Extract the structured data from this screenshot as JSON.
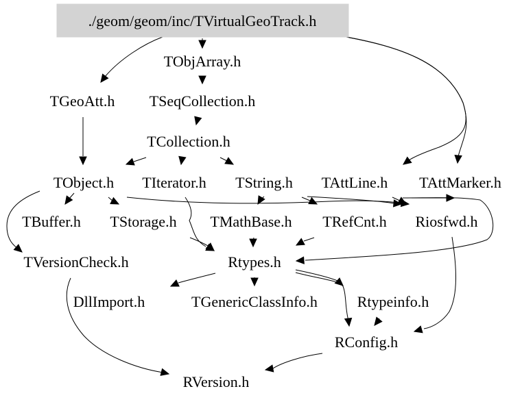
{
  "diagram": {
    "type": "include-dependency-graph",
    "root": "./geom/geom/inc/TVirtualGeoTrack.h",
    "root_fill": "#d3d3d3",
    "nodes": [
      {
        "id": "root",
        "label": "./geom/geom/inc/TVirtualGeoTrack.h"
      },
      {
        "id": "TObjArray",
        "label": "TObjArray.h"
      },
      {
        "id": "TGeoAtt",
        "label": "TGeoAtt.h"
      },
      {
        "id": "TSeqCollection",
        "label": "TSeqCollection.h"
      },
      {
        "id": "TCollection",
        "label": "TCollection.h"
      },
      {
        "id": "TObject",
        "label": "TObject.h"
      },
      {
        "id": "TIterator",
        "label": "TIterator.h"
      },
      {
        "id": "TString",
        "label": "TString.h"
      },
      {
        "id": "TAttLine",
        "label": "TAttLine.h"
      },
      {
        "id": "TAttMarker",
        "label": "TAttMarker.h"
      },
      {
        "id": "TBuffer",
        "label": "TBuffer.h"
      },
      {
        "id": "TStorage",
        "label": "TStorage.h"
      },
      {
        "id": "TMathBase",
        "label": "TMathBase.h"
      },
      {
        "id": "TRefCnt",
        "label": "TRefCnt.h"
      },
      {
        "id": "Riosfwd",
        "label": "Riosfwd.h"
      },
      {
        "id": "TVersionCheck",
        "label": "TVersionCheck.h"
      },
      {
        "id": "Rtypes",
        "label": "Rtypes.h"
      },
      {
        "id": "DllImport",
        "label": "DllImport.h"
      },
      {
        "id": "TGenericClassInfo",
        "label": "TGenericClassInfo.h"
      },
      {
        "id": "Rtypeinfo",
        "label": "Rtypeinfo.h"
      },
      {
        "id": "RConfig",
        "label": "RConfig.h"
      },
      {
        "id": "RVersion",
        "label": "RVersion.h"
      }
    ],
    "edges": [
      [
        "root",
        "TObjArray"
      ],
      [
        "root",
        "TGeoAtt"
      ],
      [
        "root",
        "TAttLine"
      ],
      [
        "root",
        "TAttMarker"
      ],
      [
        "TObjArray",
        "TSeqCollection"
      ],
      [
        "TSeqCollection",
        "TCollection"
      ],
      [
        "TGeoAtt",
        "TObject"
      ],
      [
        "TCollection",
        "TObject"
      ],
      [
        "TCollection",
        "TIterator"
      ],
      [
        "TCollection",
        "TString"
      ],
      [
        "TObject",
        "TBuffer"
      ],
      [
        "TObject",
        "TStorage"
      ],
      [
        "TObject",
        "TVersionCheck"
      ],
      [
        "TObject",
        "Riosfwd"
      ],
      [
        "TObject",
        "Rtypes"
      ],
      [
        "TIterator",
        "Rtypes"
      ],
      [
        "TString",
        "TMathBase"
      ],
      [
        "TString",
        "TRefCnt"
      ],
      [
        "TString",
        "Riosfwd"
      ],
      [
        "TAttLine",
        "Riosfwd"
      ],
      [
        "TAttMarker",
        "Rtypes"
      ],
      [
        "TMathBase",
        "Rtypes"
      ],
      [
        "TRefCnt",
        "Rtypes"
      ],
      [
        "Riosfwd",
        "RConfig"
      ],
      [
        "TVersionCheck",
        "RVersion"
      ],
      [
        "Rtypes",
        "DllImport"
      ],
      [
        "Rtypes",
        "TGenericClassInfo"
      ],
      [
        "Rtypes",
        "Rtypeinfo"
      ],
      [
        "Rtypes",
        "RConfig"
      ],
      [
        "Rtypeinfo",
        "RConfig"
      ],
      [
        "RConfig",
        "RVersion"
      ]
    ]
  }
}
